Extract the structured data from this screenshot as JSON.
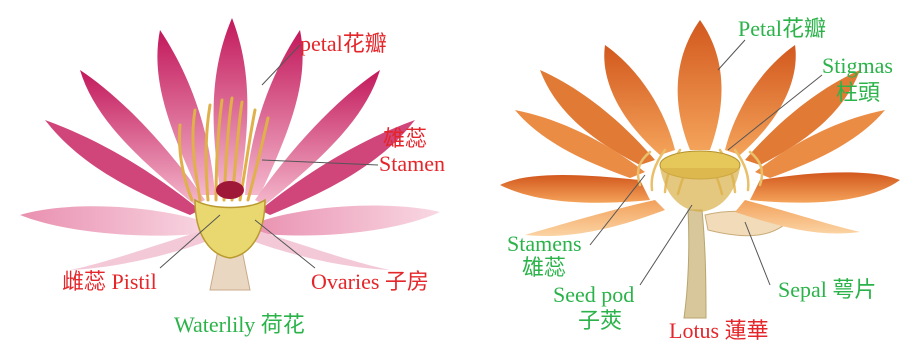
{
  "colors": {
    "red_label": "#e4262b",
    "green_label": "#2bb34a",
    "waterlily_petal": "#c2185b",
    "waterlily_petal_light": "#f2a7c1",
    "lotus_petal": "#e8702a",
    "lotus_petal_light": "#f4b06a",
    "stem": "#d8c79a",
    "pistil": "#e6d35a"
  },
  "waterlily": {
    "title": "Waterlily 荷花",
    "petal": "petal花瓣",
    "stamen_zh": "雄蕊",
    "stamen_en": "Stamen",
    "pistil": "雌蕊 Pistil",
    "ovaries": "Ovaries 子房"
  },
  "lotus": {
    "title": "Lotus 蓮華",
    "petal": "Petal花瓣",
    "stigmas_en": "Stigmas",
    "stigmas_zh": "柱頭",
    "stamens_en": "Stamens",
    "stamens_zh": "雄蕊",
    "seedpod_en": "Seed pod",
    "seedpod_zh": "子莢",
    "sepal": "Sepal 萼片"
  }
}
